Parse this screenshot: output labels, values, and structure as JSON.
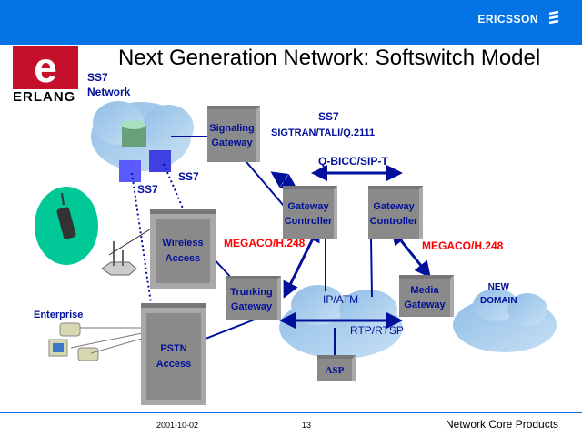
{
  "header": {
    "brand": "ERICSSON",
    "brand_color": "#0473e6"
  },
  "logo": {
    "letter": "e",
    "name": "ERLANG"
  },
  "title": "Next Generation Network: Softswitch Model",
  "labels": {
    "ss7_network": [
      "SS7",
      "Network"
    ],
    "ss7_a": "SS7",
    "ss7_b": "SS7",
    "ss7_top": "SS7",
    "sigtran": "SIGTRAN/TALI/Q.2111",
    "qbicc": "Q-BICC/SIP-T",
    "megaco_left": "MEGACO/H.248",
    "megaco_right": "MEGACO/H.248",
    "rtp": "RTP/RTSP",
    "enterprise": "Enterprise"
  },
  "nodes": {
    "signaling_gateway": [
      "Signaling",
      "Gateway"
    ],
    "gateway_controller_1": [
      "Gateway",
      "Controller"
    ],
    "gateway_controller_2": [
      "Gateway",
      "Controller"
    ],
    "wireless_access": [
      "Wireless",
      "Access"
    ],
    "trunking_gateway": [
      "Trunking",
      "Gateway"
    ],
    "media_gateway": [
      "Media",
      "Gateway"
    ],
    "pstn_access": [
      "PSTN",
      "Access"
    ],
    "asp": "ASP",
    "ip_atm": "IP/ATM",
    "new_domain": [
      "NEW",
      "DOMAIN"
    ]
  },
  "footer": {
    "date": "2001-10-02",
    "page": "13",
    "product": "Network Core Products"
  }
}
